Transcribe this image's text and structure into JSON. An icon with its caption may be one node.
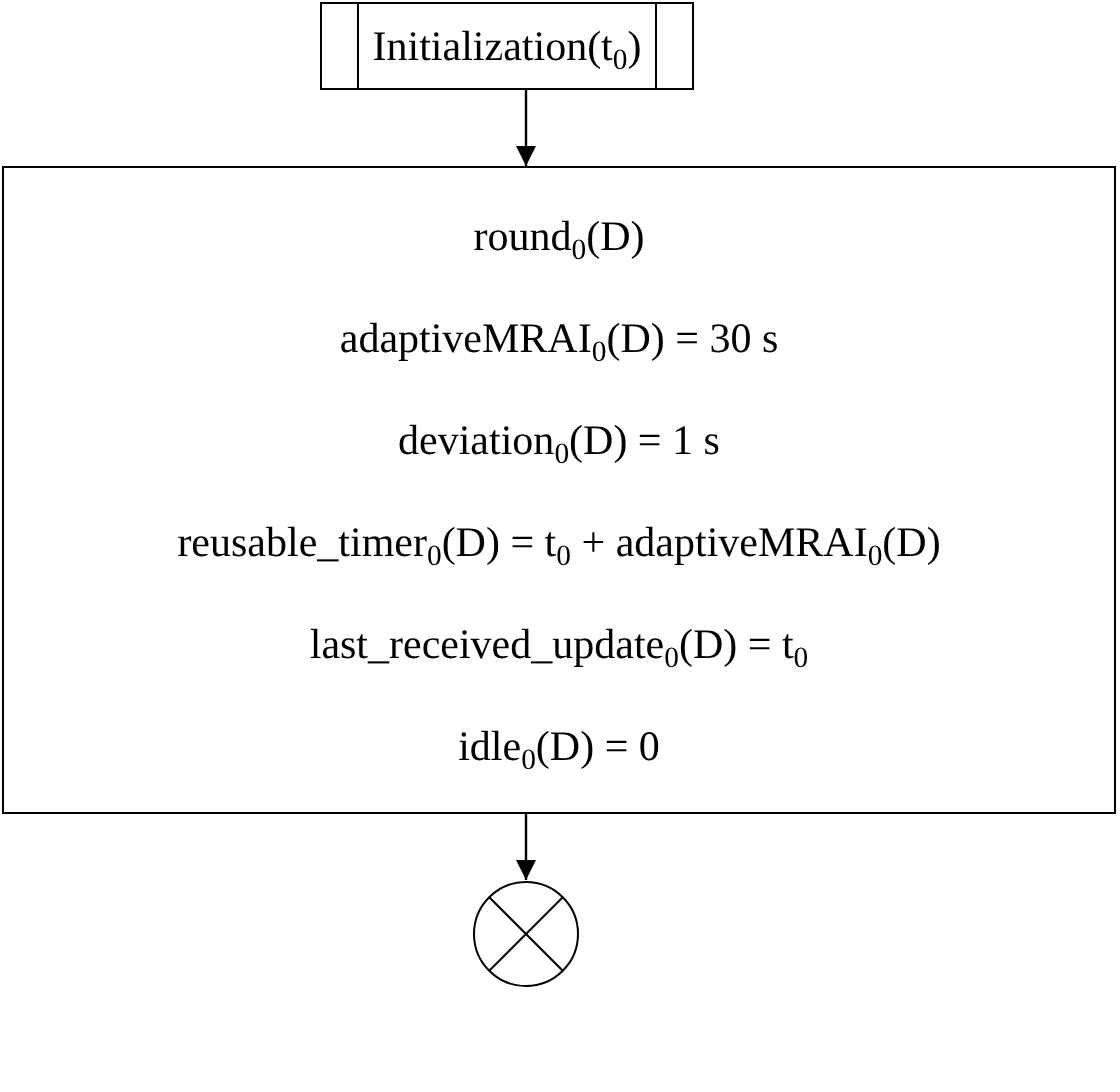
{
  "diagram": {
    "nodes": [
      {
        "text": [
          "Initialization(t$_{0}$)"
        ]
      },
      {
        "text": [
          "round$_{0}$(D)",
          "adaptiveMRAI$_{0}$(D) = 30 s",
          "deviation$_{0}$(D) = 1 s",
          "reusable_timer$_{0}$(D) = t$_{0}$ + adaptiveMRAI$_{0}$(D)",
          "last_received_update$_{0}$(D) = t$_{0}$",
          "idle$_{0}$(D) = 0"
        ]
      },
      {
        "text": [],
        "shape": "circle"
      }
    ],
    "edges": [
      {
        "from": 0,
        "to": 1,
        "arrow": "to"
      },
      {
        "from": 1,
        "to": 2,
        "arrow": "to"
      }
    ]
  }
}
